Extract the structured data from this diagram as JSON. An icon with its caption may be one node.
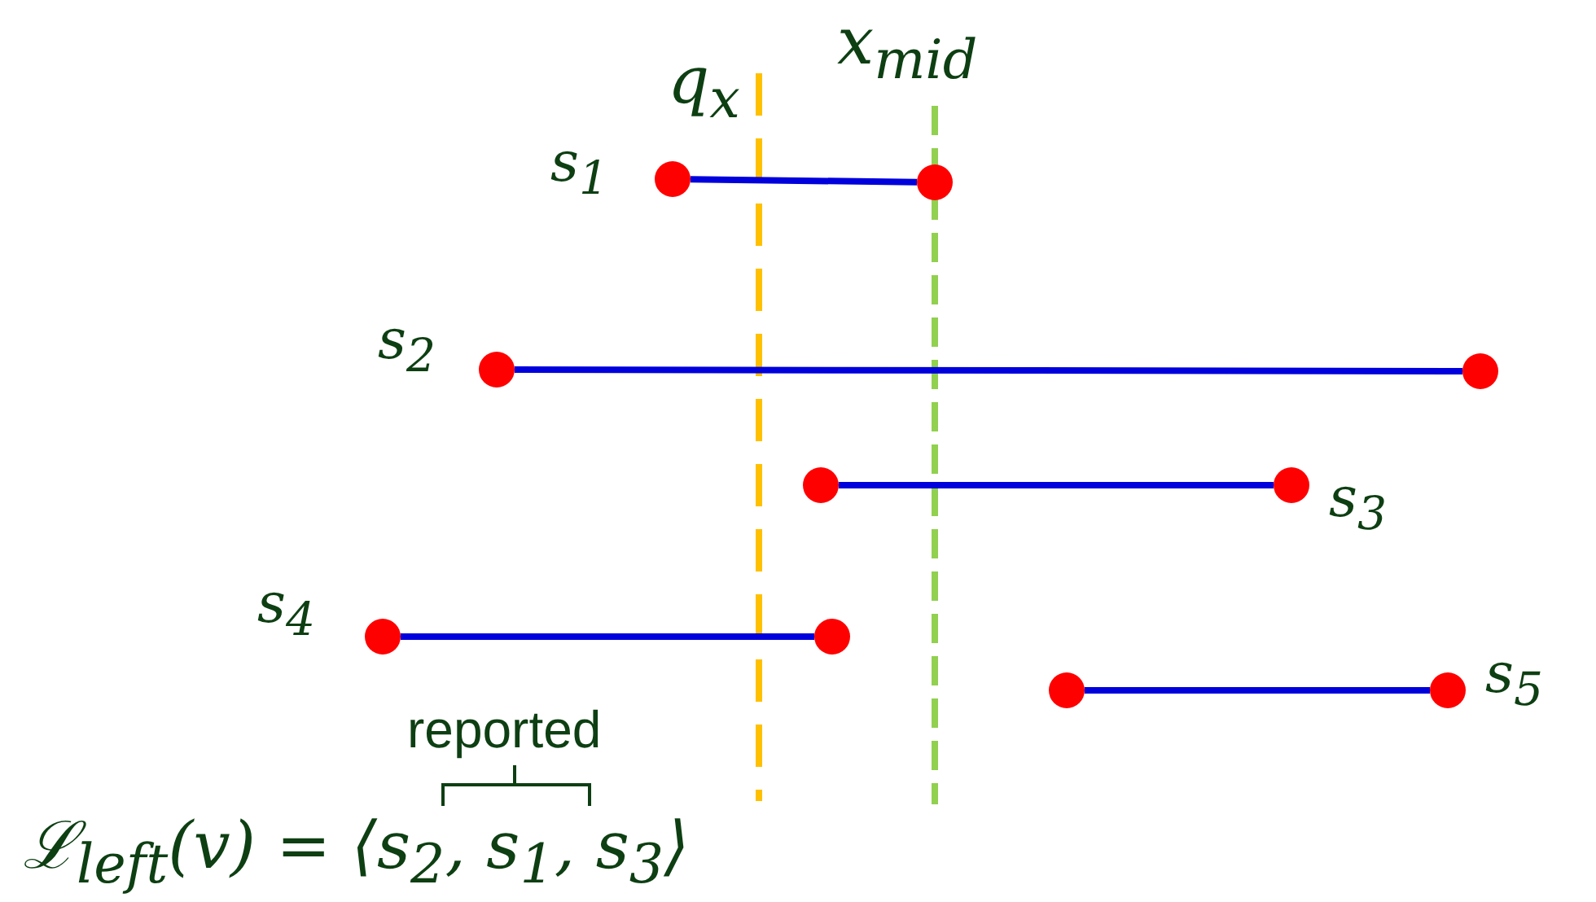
{
  "diagram": {
    "nodes": [
      {
        "text": [],
        "shape": "circle",
        "beside": [
          "s$_{1}$"
        ]
      },
      {
        "text": [],
        "shape": "circle"
      },
      {
        "text": [],
        "shape": "circle",
        "beside": [
          "s$_{2}$"
        ]
      },
      {
        "text": [],
        "shape": "circle"
      },
      {
        "text": [],
        "shape": "circle"
      },
      {
        "text": [],
        "shape": "circle",
        "beside": [
          "s$_{3}$"
        ]
      },
      {
        "text": [],
        "shape": "circle",
        "beside": [
          "s$_{4}$"
        ]
      },
      {
        "text": [],
        "shape": "circle"
      },
      {
        "text": [],
        "shape": "circle"
      },
      {
        "text": [],
        "shape": "circle",
        "beside": [
          "s$_{5}$"
        ]
      }
    ],
    "edges": [
      {
        "from": 0,
        "to": 1,
        "arrow": "none"
      },
      {
        "from": 2,
        "to": 3,
        "arrow": "none"
      },
      {
        "from": 4,
        "to": 5,
        "arrow": "none"
      },
      {
        "from": 6,
        "to": 7,
        "arrow": "none"
      },
      {
        "from": 8,
        "to": 9,
        "arrow": "none"
      }
    ],
    "labels": [
      "x$_{mid}$",
      "q$_{x}$",
      "reported",
      "ℒ$_{left}$(v) = ⟨s$_{2}$, s$_{1}$, s$_{3}$⟩"
    ]
  }
}
